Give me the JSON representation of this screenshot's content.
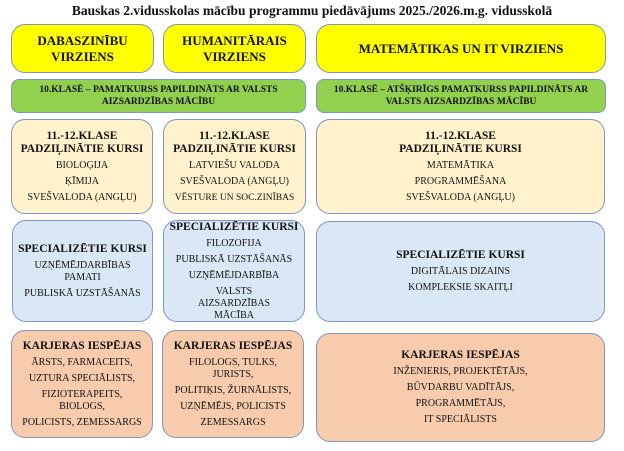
{
  "title": "Bauskas 2.vidusskolas mācību programmu piedāvājums 2025./2026.m.g. vidusskolā",
  "directions": [
    {
      "line1": "DABASZINĪBU",
      "line2": "VIRZIENS"
    },
    {
      "line1": "HUMANITĀRAIS",
      "line2": "VIRZIENS"
    },
    {
      "line1": "MATEMĀTIKAS UN IT VIRZIENS"
    }
  ],
  "grade10": [
    {
      "line1": "10.KLASĒ – PAMATKURSS PAPILDINĀTS AR VALSTS",
      "line2": "AIZSARDZĪBAS MĀCĪBU"
    },
    {
      "line1": "10.KLASĒ – ATŠĶIRĪGS PAMATKURSS PAPILDINĀTS AR",
      "line2": "VALSTS AIZSARDZĪBAS MĀCĪBU"
    }
  ],
  "advanced": {
    "heading1": "11.-12.KLASE",
    "heading2": "PADZIĻINĀTIE KURSI",
    "columns": [
      [
        "BIOLOĢIJA",
        "ĶĪMIJA",
        "SVEŠVALODA (ANGĻU)"
      ],
      [
        "LATVIEŠU VALODA",
        "SVEŠVALODA (ANGĻU)",
        "VĒSTURE UN SOC.ZINĪBAS"
      ],
      [
        "MATEMĀTIKA",
        "PROGRAMMĒŠANA",
        "SVEŠVALODA (ANGĻU)"
      ]
    ]
  },
  "specialized": {
    "heading": "SPECIALIZĒTIE KURSI",
    "columns": [
      [
        "UZŅĒMĒJDARBĪBAS PAMATI",
        "PUBLISKĀ UZSTĀŠANĀS"
      ],
      [
        "FILOZOFIJA",
        "PUBLISKĀ UZSTĀŠANĀS",
        "UZŅĒMĒJDARBĪBA",
        "VALSTS AIZSARDZĪBAS MĀCĪBA"
      ],
      [
        "DIGITĀLAIS DIZAINS",
        "KOMPLEKSIE SKAITĻI"
      ]
    ]
  },
  "careers": {
    "heading": "KARJERAS IESPĒJAS",
    "columns": [
      [
        "ĀRSTS, FARMACEITS,",
        "UZTURA SPECIĀLISTS,",
        "FIZIOTERAPEITS, BIOLOGS,",
        "POLICISTS, ZEMESSARGS"
      ],
      [
        "FILOLOGS, TULKS, JURISTS,",
        "POLITIĶIS, ŽURNĀLISTS,",
        "UZŅĒMĒJS, POLICISTS",
        "ZEMESSARGS"
      ],
      [
        "INŽENIERIS, PROJEKTĒTĀJS,",
        "BŪVDARBU VADĪTĀJS,",
        "PROGRAMMĒTĀJS,",
        "IT SPECIĀLISTS"
      ]
    ]
  }
}
